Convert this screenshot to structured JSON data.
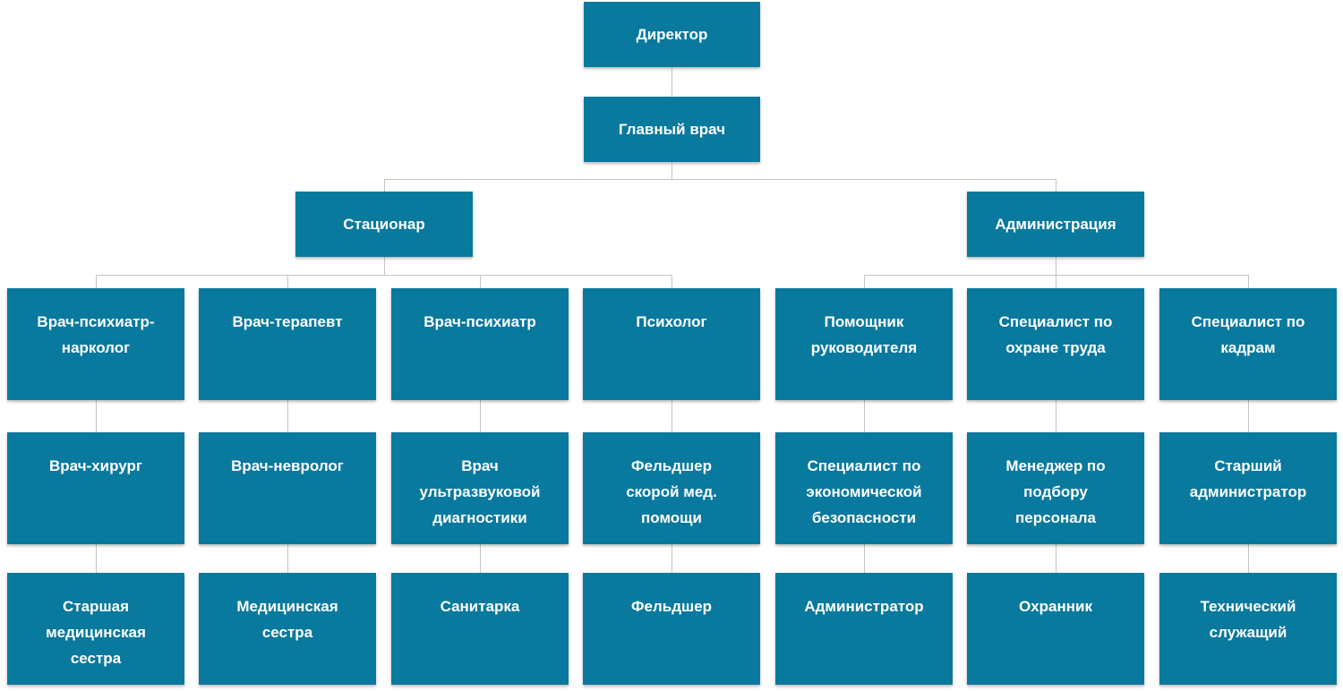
{
  "colors": {
    "node_fill": "#0A799E",
    "node_text": "#FFFFFF",
    "connector": "#C4C4C4"
  },
  "chart_data": {
    "type": "org-chart",
    "title": "",
    "root": "Директор",
    "hierarchy_note": "Директор > Главный врач > (Стационар: 4 колонки, Администрация: 3 колонки), каждая колонка — вертикальная цепочка из 3 должностей"
  },
  "org": {
    "director": "Директор",
    "chief_physician": "Главный врач",
    "branches": [
      {
        "label": "Стационар"
      },
      {
        "label": "Администрация"
      }
    ],
    "columns": [
      {
        "branch": "Стационар",
        "levels": [
          "Врач-психиатр-нарколог",
          "Врач-хирург",
          "Старшая медицинская сестра"
        ]
      },
      {
        "branch": "Стационар",
        "levels": [
          "Врач-терапевт",
          "Врач-невролог",
          "Медицинская сестра"
        ]
      },
      {
        "branch": "Стационар",
        "levels": [
          "Врач-психиатр",
          "Врач ультразвуковой диагностики",
          "Санитарка"
        ]
      },
      {
        "branch": "Стационар",
        "levels": [
          "Психолог",
          "Фельдшер скорой мед. помощи",
          "Фельдшер"
        ]
      },
      {
        "branch": "Администрация",
        "levels": [
          "Помощник руководителя",
          "Специалист по экономической безопасности",
          "Администратор"
        ]
      },
      {
        "branch": "Администрация",
        "levels": [
          "Специалист по охране труда",
          "Менеджер по подбору персонала",
          "Охранник"
        ]
      },
      {
        "branch": "Администрация",
        "levels": [
          "Специалист по кадрам",
          "Старший администратор",
          "Технический служащий"
        ]
      }
    ]
  }
}
